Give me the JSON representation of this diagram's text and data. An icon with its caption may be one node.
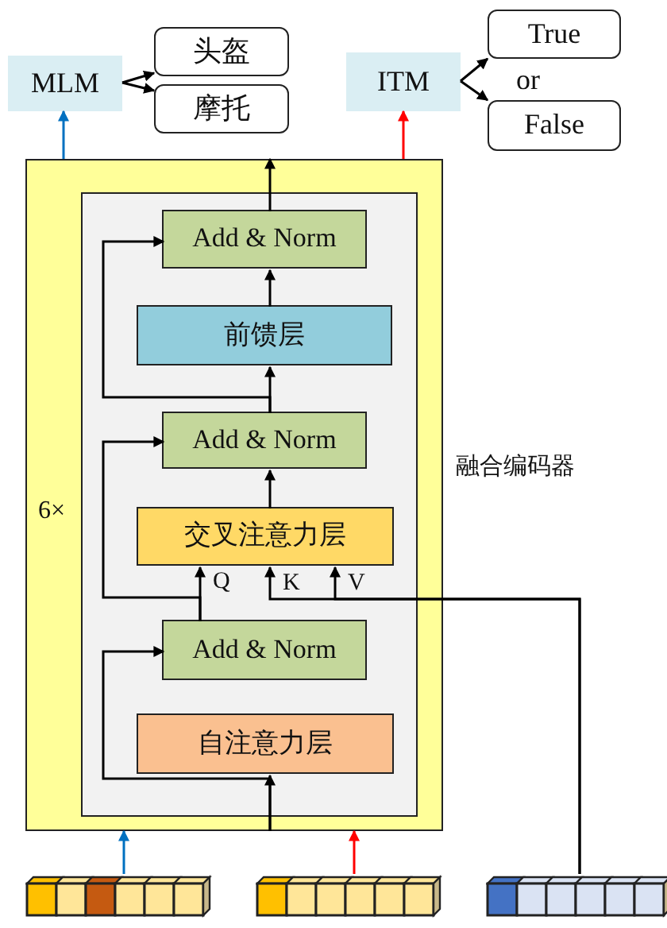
{
  "diagram": {
    "nodes": [
      {
        "text": [
          "MLM"
        ]
      },
      {
        "text": [
          "头盔"
        ]
      },
      {
        "text": [
          "摩托"
        ]
      },
      {
        "text": [
          "ITM"
        ]
      },
      {
        "text": [
          "True"
        ]
      },
      {
        "text": [
          "False"
        ]
      },
      {
        "text": [
          "6×"
        ],
        "beside": [
          "融合编码器"
        ]
      },
      {
        "text": [],
        "shape": "box",
        "in": 6
      },
      {
        "text": [
          "Add & Norm"
        ],
        "in": 7
      },
      {
        "text": [
          "前馈层"
        ],
        "in": 7
      },
      {
        "text": [
          "Add & Norm"
        ],
        "in": 7
      },
      {
        "text": [
          "交叉注意力层"
        ],
        "in": 7
      },
      {
        "text": [
          "Add & Norm"
        ],
        "in": 7
      },
      {
        "text": [
          "自注意力层"
        ],
        "in": 7
      },
      {
        "text": [],
        "shape": "bar"
      },
      {
        "text": [],
        "shape": "bar"
      },
      {
        "text": [],
        "shape": "bar"
      }
    ],
    "edges": [
      {
        "from": 0,
        "to": 1,
        "arrow": "to"
      },
      {
        "from": 0,
        "to": 2,
        "arrow": "to"
      },
      {
        "from": 3,
        "to": 4,
        "arrow": "to"
      },
      {
        "from": 3,
        "to": 5,
        "arrow": "to"
      },
      {
        "from": 6,
        "to": 0,
        "arrow": "to",
        "color": "#0070c0"
      },
      {
        "from": 6,
        "to": 3,
        "arrow": "to",
        "color": "#ff0000"
      },
      {
        "from": 8,
        "to": 6,
        "arrow": "to"
      },
      {
        "from": 9,
        "to": 8,
        "arrow": "to"
      },
      {
        "from": 10,
        "to": 9,
        "arrow": "to"
      },
      {
        "from": 11,
        "to": 10,
        "arrow": "to"
      },
      {
        "from": 12,
        "to": 11,
        "arrow": "to",
        "label": "Q"
      },
      {
        "from": 14,
        "to": 6,
        "arrow": "to",
        "color": "#0070c0"
      },
      {
        "from": 15,
        "to": 6,
        "arrow": "to",
        "color": "#ff0000"
      },
      {
        "from": 16,
        "to": 11,
        "arrow": "to",
        "label": "K"
      },
      {
        "from": 16,
        "to": 11,
        "arrow": "to",
        "label": "V"
      },
      {
        "from": null,
        "to": 13,
        "arrow": "to"
      },
      {
        "from": null,
        "to": 12,
        "arrow": "to"
      },
      {
        "from": 12,
        "to": 10,
        "arrow": "to"
      },
      {
        "from": 10,
        "to": 8,
        "arrow": "to"
      }
    ],
    "labels": [
      "or"
    ]
  }
}
